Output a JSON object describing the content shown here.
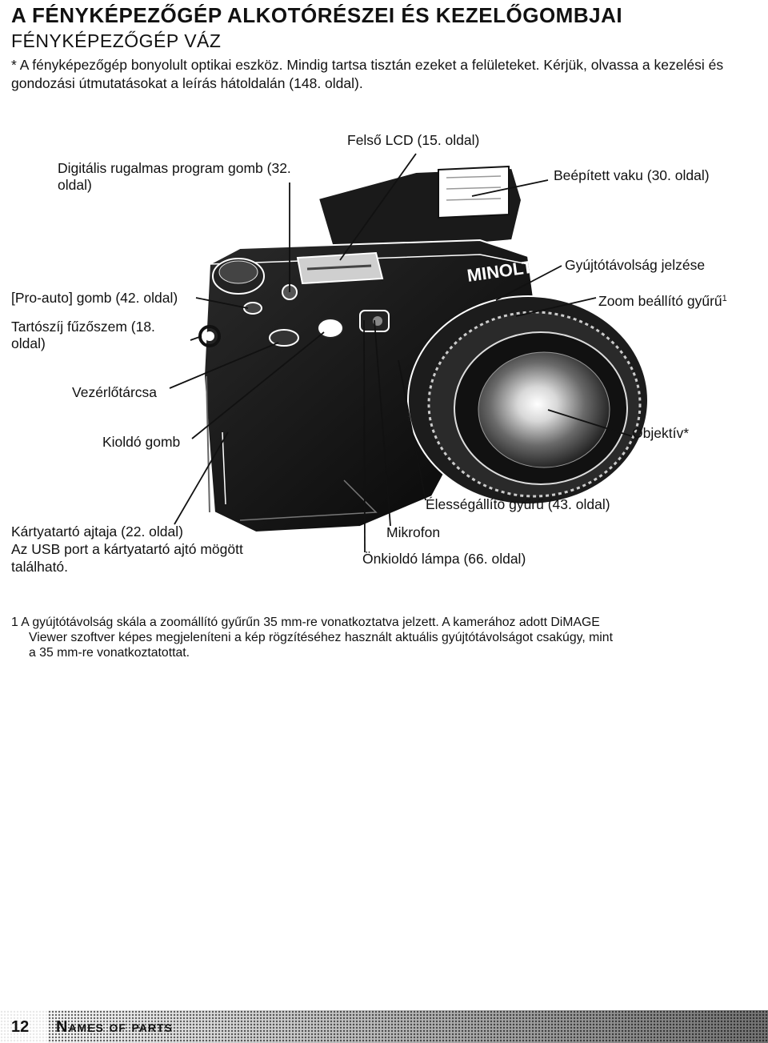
{
  "header": {
    "title": "A FÉNYKÉPEZŐGÉP ALKOTÓRÉSZEI ÉS KEZELŐGOMBJAI",
    "subtitle": "FÉNYKÉPEZŐGÉP VÁZ",
    "intro": "* A fényképezőgép bonyolult optikai eszköz. Mindig tartsa tisztán ezeket a felületeket. Kérjük, olvassa a kezelési és gondozási útmutatásokat  a leírás hátoldalán (148. oldal)."
  },
  "labels": {
    "digital_flex": "Digitális rugalmas program gomb (32. oldal)",
    "top_lcd": "Felső LCD (15. oldal)",
    "flash": "Beépített vaku (30. oldal)",
    "focal_mark": "Gyújtótávolság jelzése",
    "pro_auto": "[Pro-auto] gomb (42. oldal)",
    "zoom_ring": "Zoom beállító gyűrű",
    "zoom_ring_sup": "1",
    "strap": "Tartószíj fűzőszem (18. oldal)",
    "control_dial": "Vezérlőtárcsa",
    "shutter": "Kioldó gomb",
    "lens": "Objektív*",
    "focus_ring": "Élességállító gyűrű (43. oldal)",
    "card_door_1": "Kártyatartó ajtaja (22. oldal)",
    "card_door_2": "Az USB port a kártyatartó ajtó mögött",
    "card_door_3": "található.",
    "microphone": "Mikrofon",
    "self_timer": "Önkioldó lámpa (66. oldal)"
  },
  "footnote": {
    "line1": "1 A gyújtótávolság skála a zoomállító gyűrűn 35 mm-re vonatkoztatva jelzett. A kamerához adott DiMAGE",
    "line2": "Viewer szoftver képes megjeleníteni a kép rögzítéséhez használt aktuális gyújtótávolságot csakúgy, mint",
    "line3": "a 35 mm-re vonatkoztatottat."
  },
  "camera": {
    "brand_mark": "MINOLTA"
  },
  "footer": {
    "page_number": "12",
    "section": "Names of parts"
  }
}
